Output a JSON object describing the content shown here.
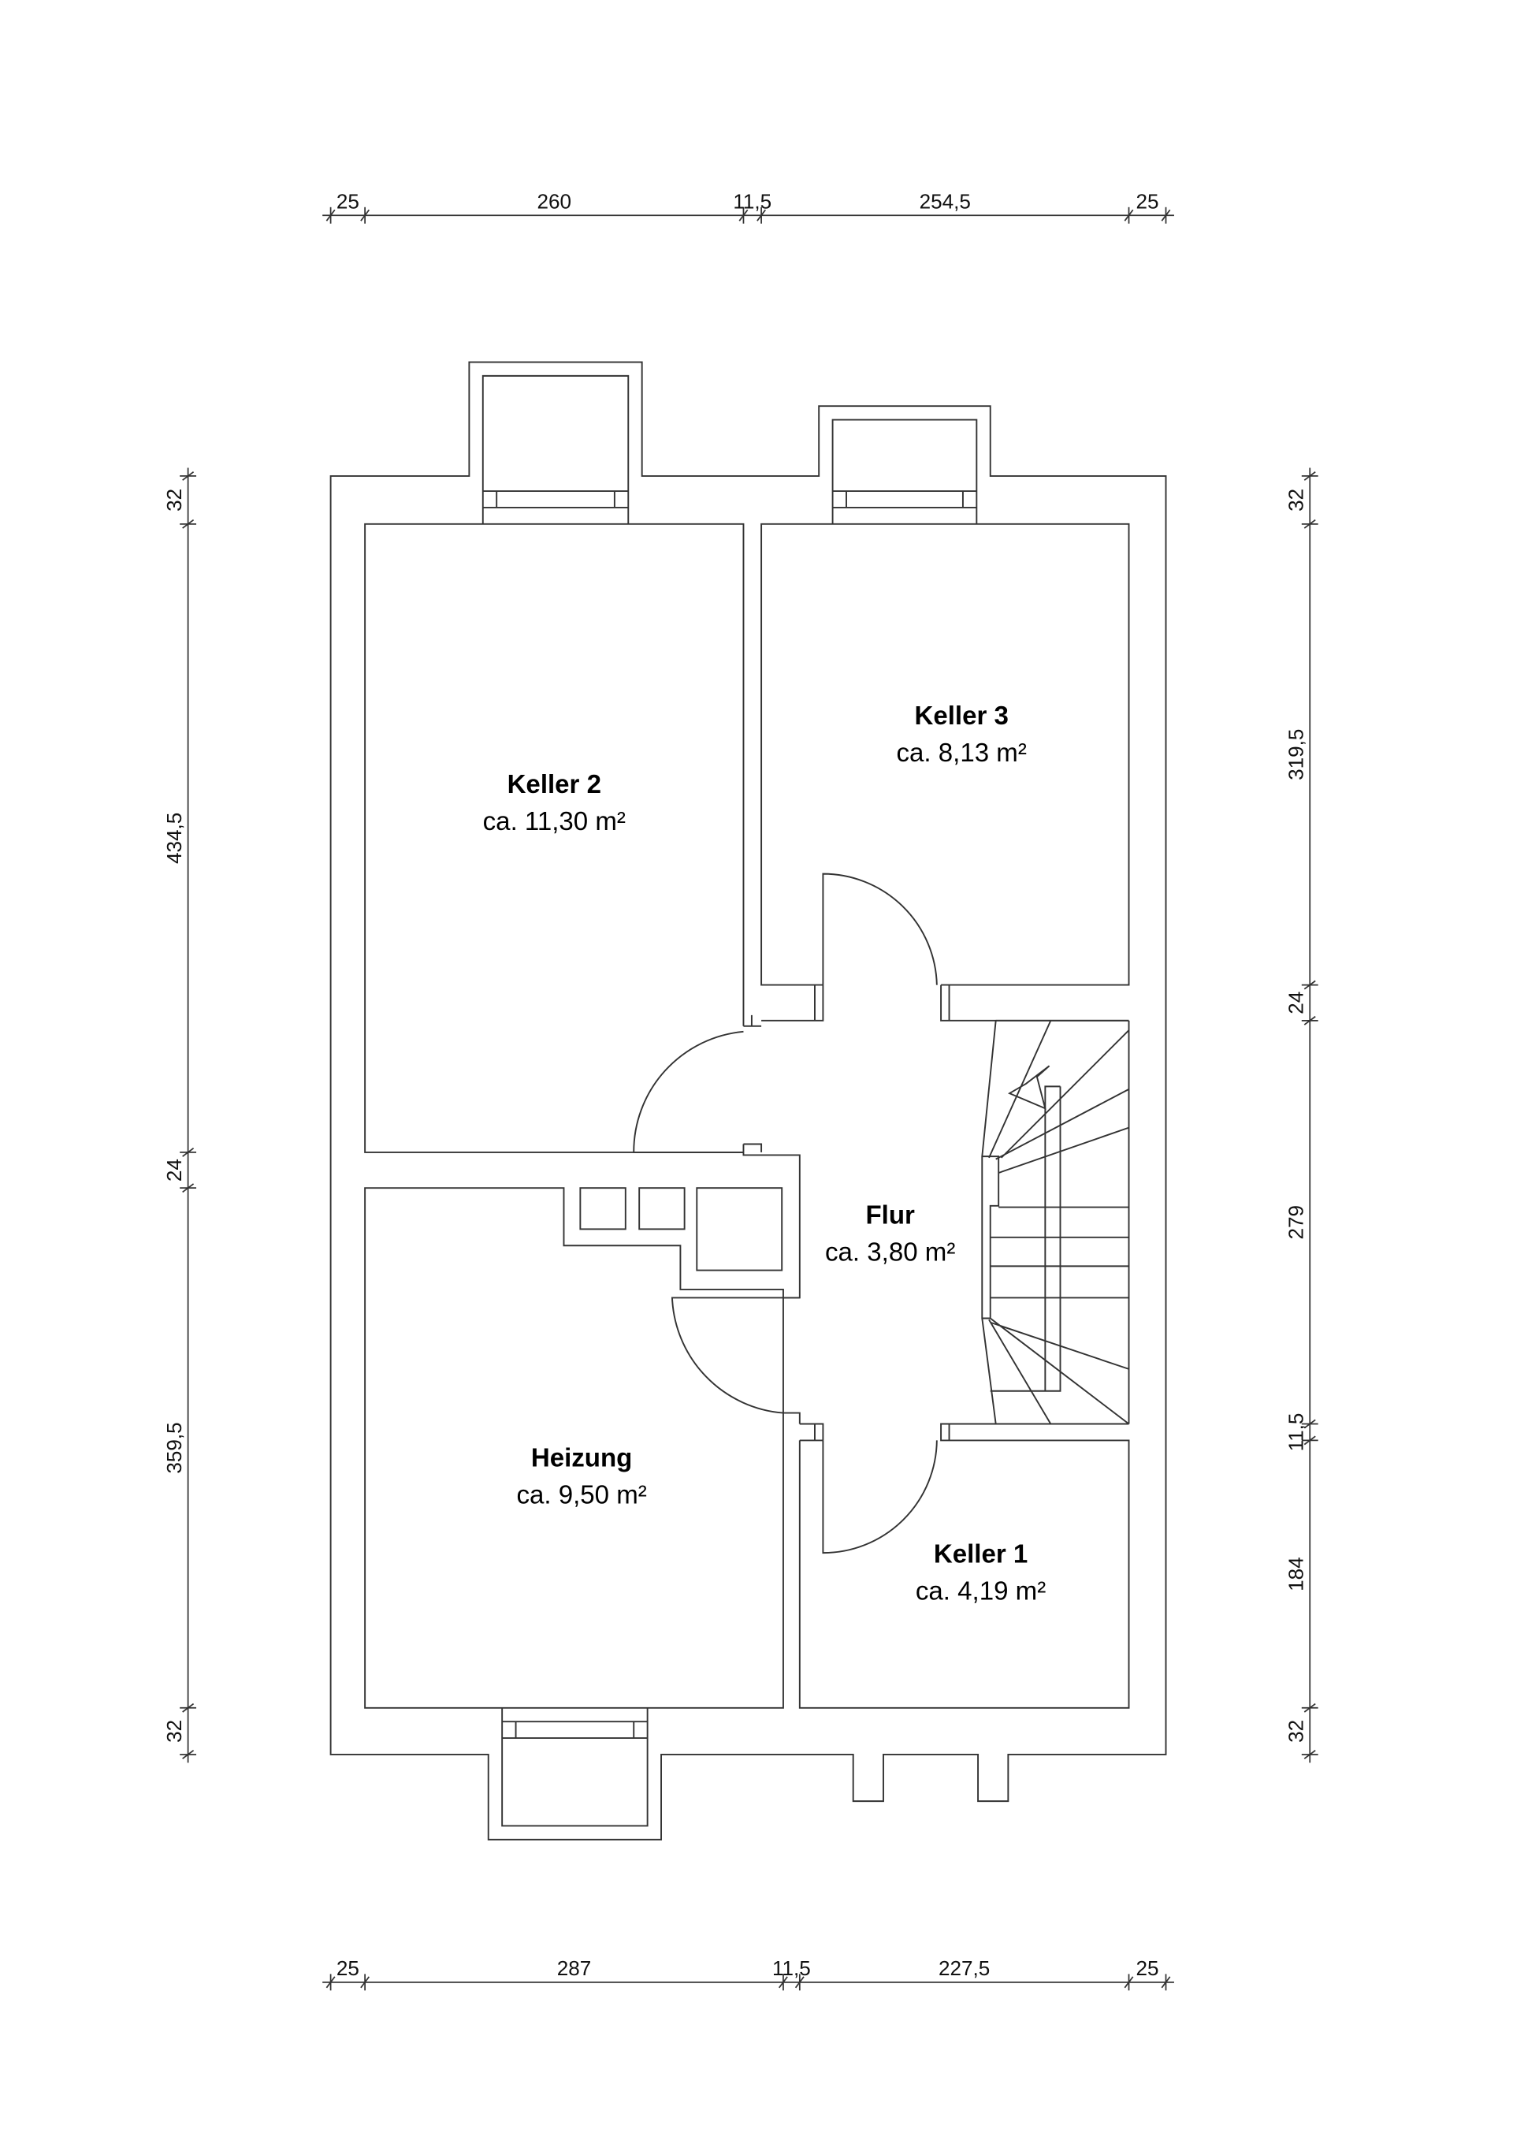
{
  "rooms": [
    {
      "name": "Keller 2",
      "area": "ca. 11,30 m²"
    },
    {
      "name": "Keller 3",
      "area": "ca. 8,13 m²"
    },
    {
      "name": "Flur",
      "area": "ca. 3,80 m²"
    },
    {
      "name": "Heizung",
      "area": "ca. 9,50 m²"
    },
    {
      "name": "Keller 1",
      "area": "ca. 4,19 m²"
    }
  ],
  "dimensions": {
    "top": [
      "25",
      "260",
      "11,5",
      "254,5",
      "25"
    ],
    "bottom": [
      "25",
      "287",
      "11,5",
      "227,5",
      "25"
    ],
    "left": [
      "32",
      "434,5",
      "24",
      "359,5",
      "32"
    ],
    "right": [
      "32",
      "319,5",
      "24",
      "279",
      "11,5",
      "184",
      "32"
    ]
  }
}
